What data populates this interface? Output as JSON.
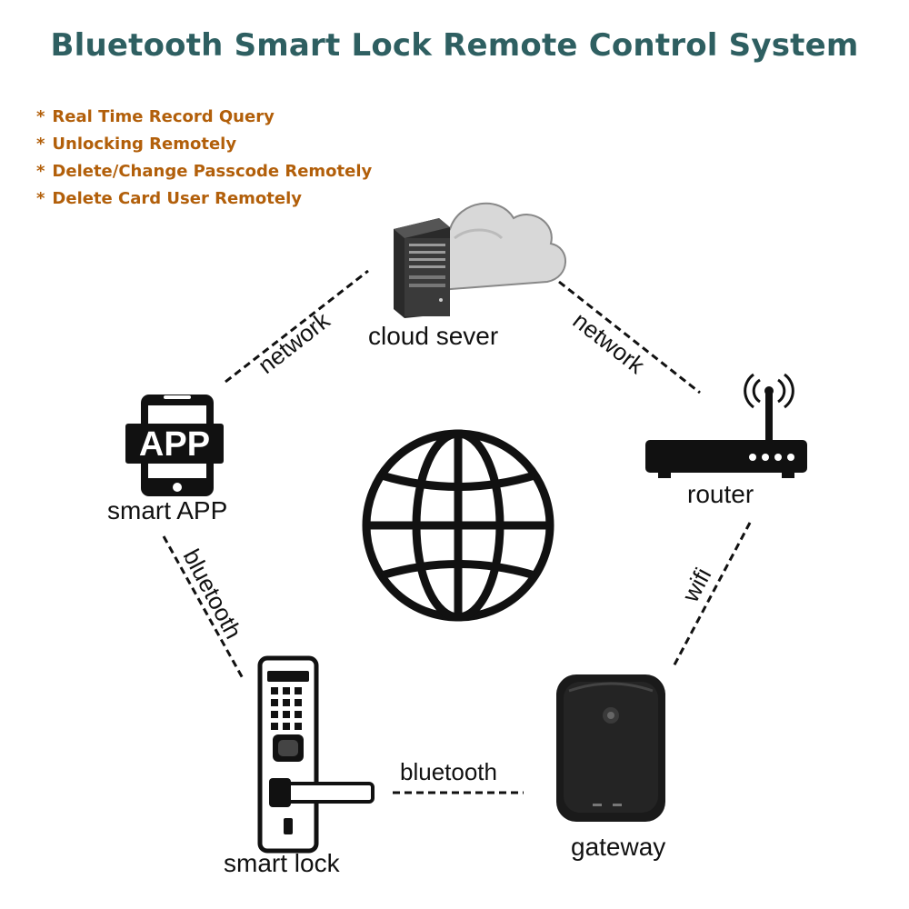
{
  "title": "Bluetooth Smart Lock Remote Control System",
  "features": [
    "Real Time Record Query",
    "Unlocking Remotely",
    "Delete/Change Passcode Remotely",
    "Delete Card User Remotely"
  ],
  "bullet": "*",
  "nodes": {
    "cloud": "cloud sever",
    "app": "smart APP",
    "app_icon_text": "APP",
    "router": "router",
    "lock": "smart lock",
    "gateway": "gateway"
  },
  "links": {
    "app_cloud": "network",
    "cloud_router": "network",
    "app_lock": "bluetooth",
    "router_gateway": "wifi",
    "lock_gateway": "bluetooth"
  },
  "colors": {
    "title": "#2e5f61",
    "features": "#b25f0a",
    "ink": "#111111"
  },
  "icons": [
    "cloud-icon",
    "server-icon",
    "phone-icon",
    "router-icon",
    "globe-icon",
    "lock-icon",
    "gateway-icon"
  ]
}
